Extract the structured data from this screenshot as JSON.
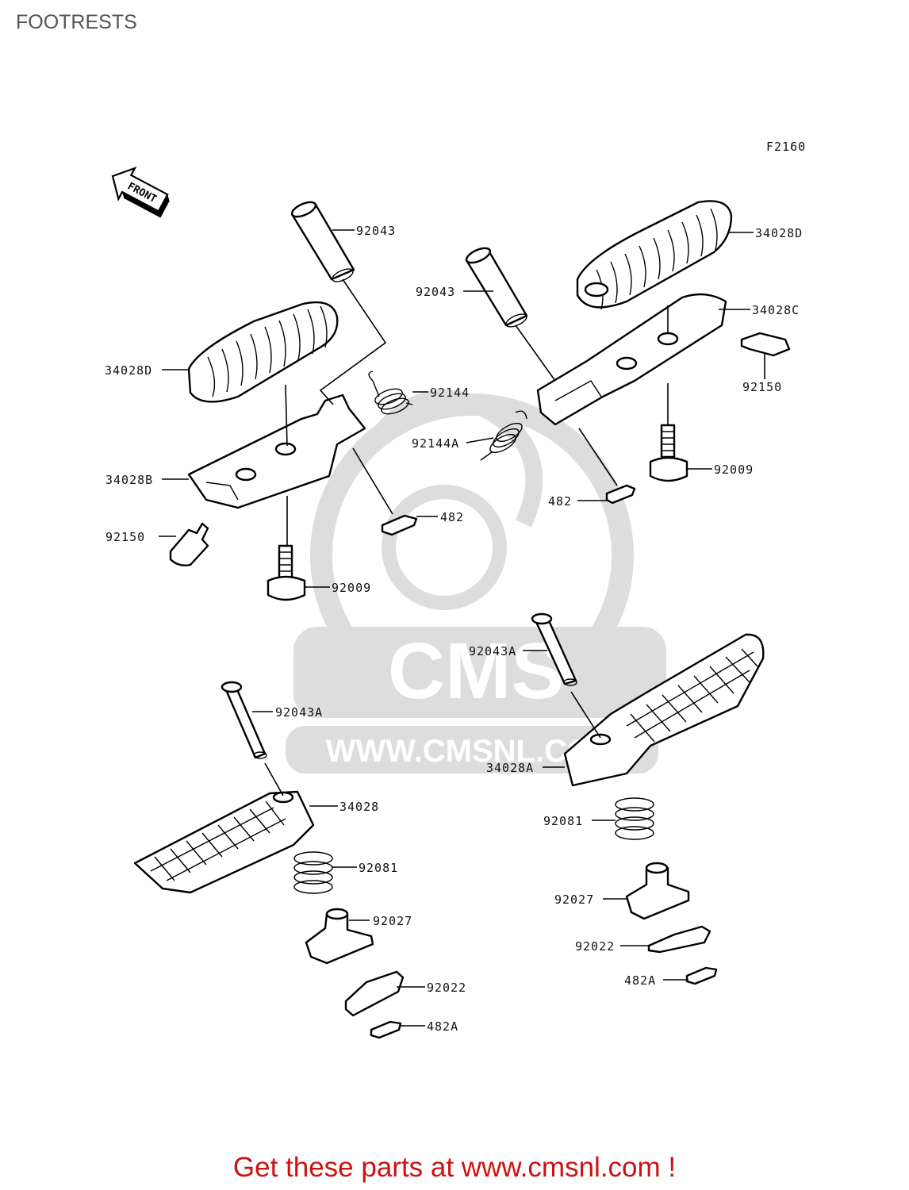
{
  "page": {
    "title": "FOOTRESTS",
    "figure_code": "F2160",
    "front_arrow": "FRONT"
  },
  "watermark": {
    "logo": "CMS",
    "url": "WWW.CMSNL.COM"
  },
  "parts": [
    {
      "id": "p1",
      "label": "92043"
    },
    {
      "id": "p2",
      "label": "34028D"
    },
    {
      "id": "p3",
      "label": "92043"
    },
    {
      "id": "p4",
      "label": "34028D"
    },
    {
      "id": "p5",
      "label": "34028C"
    },
    {
      "id": "p6",
      "label": "92144"
    },
    {
      "id": "p7",
      "label": "92150"
    },
    {
      "id": "p8",
      "label": "92144A"
    },
    {
      "id": "p9",
      "label": "34028B"
    },
    {
      "id": "p10",
      "label": "92009"
    },
    {
      "id": "p11",
      "label": "482"
    },
    {
      "id": "p12",
      "label": "482"
    },
    {
      "id": "p13",
      "label": "92150"
    },
    {
      "id": "p14",
      "label": "92009"
    },
    {
      "id": "p15",
      "label": "92043A"
    },
    {
      "id": "p16",
      "label": "92043A"
    },
    {
      "id": "p17",
      "label": "34028A"
    },
    {
      "id": "p18",
      "label": "34028"
    },
    {
      "id": "p19",
      "label": "92081"
    },
    {
      "id": "p20",
      "label": "92081"
    },
    {
      "id": "p21",
      "label": "92027"
    },
    {
      "id": "p22",
      "label": "92027"
    },
    {
      "id": "p23",
      "label": "92022"
    },
    {
      "id": "p24",
      "label": "92022"
    },
    {
      "id": "p25",
      "label": "482A"
    },
    {
      "id": "p26",
      "label": "482A"
    }
  ],
  "footer": {
    "text": "Get these parts at www.cmsnl.com !"
  }
}
